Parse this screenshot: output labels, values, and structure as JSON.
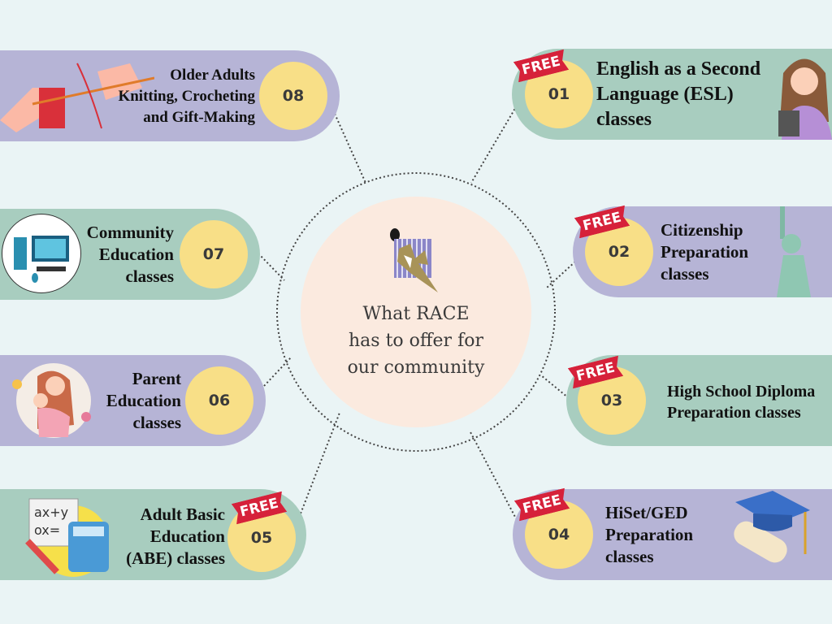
{
  "center": {
    "line1": "What RACE",
    "line2": "has to offer for",
    "line3": "our community"
  },
  "free_label": "FREE",
  "items": [
    {
      "number": "01",
      "lines": [
        "English as a Second",
        "Language (ESL)",
        "classes"
      ],
      "free": true,
      "icon": "woman-with-book"
    },
    {
      "number": "02",
      "lines": [
        "Citizenship",
        "Preparation",
        "classes"
      ],
      "free": true,
      "icon": "statue-of-liberty"
    },
    {
      "number": "03",
      "lines": [
        "High School Diploma",
        "Preparation classes"
      ],
      "free": true,
      "icon": "none"
    },
    {
      "number": "04",
      "lines": [
        "HiSet/GED",
        "Preparation",
        "classes"
      ],
      "free": true,
      "icon": "graduation-cap"
    },
    {
      "number": "05",
      "lines": [
        "Adult  Basic",
        "Education",
        "(ABE) classes"
      ],
      "free": true,
      "icon": "calculator-math"
    },
    {
      "number": "06",
      "lines": [
        "Parent",
        "Education",
        "classes"
      ],
      "free": false,
      "icon": "mother-child"
    },
    {
      "number": "07",
      "lines": [
        "Community",
        "Education",
        "classes"
      ],
      "free": false,
      "icon": "computer"
    },
    {
      "number": "08",
      "lines": [
        "Older Adults",
        "Knitting, Crocheting",
        "and Gift-Making"
      ],
      "free": false,
      "icon": "knitting-hands"
    }
  ],
  "colors": {
    "background": "#eaf4f5",
    "lavender": "#b6b4d6",
    "green": "#a8cdbf",
    "number": "#f8df87",
    "center": "#fbeadf",
    "free": "#d6213a"
  }
}
